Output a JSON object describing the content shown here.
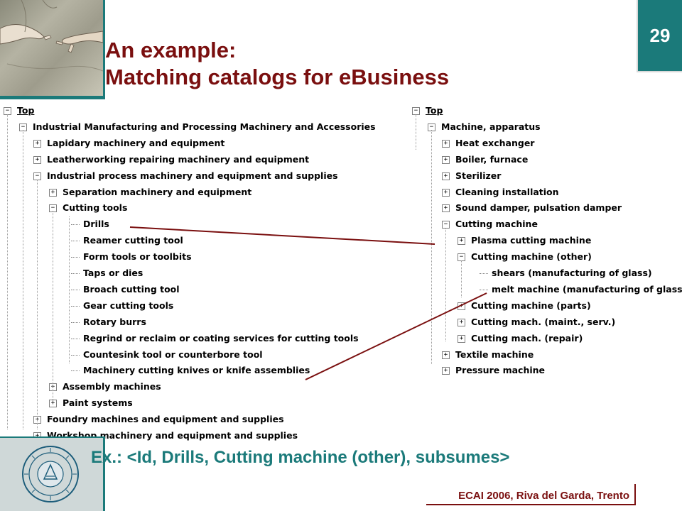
{
  "slide": {
    "number": "29",
    "title_line1": "An example:",
    "title_line2": "Matching catalogs for eBusiness",
    "example": "Ex.: <Id, Drills, Cutting machine (other), subsumes>",
    "footer": "ECAI 2006, Riva del Garda, Trento",
    "accent_color": "#1b7a7a",
    "title_color": "#7a0f0f"
  },
  "left_tree": [
    {
      "label": "Top",
      "expander": "−"
    },
    {
      "label": "Industrial Manufacturing and Processing Machinery and Accessories",
      "expander": "−"
    },
    {
      "label": "Lapidary machinery and equipment",
      "expander": "+"
    },
    {
      "label": "Leatherworking repairing machinery and equipment",
      "expander": "+"
    },
    {
      "label": "Industrial process machinery and equipment and supplies",
      "expander": "−"
    },
    {
      "label": "Separation machinery and equipment",
      "expander": "+"
    },
    {
      "label": "Cutting tools",
      "expander": "−"
    },
    {
      "label": "Drills",
      "expander": ""
    },
    {
      "label": "Reamer cutting tool",
      "expander": ""
    },
    {
      "label": "Form tools or toolbits",
      "expander": ""
    },
    {
      "label": "Taps or dies",
      "expander": ""
    },
    {
      "label": "Broach cutting tool",
      "expander": ""
    },
    {
      "label": "Gear cutting tools",
      "expander": ""
    },
    {
      "label": "Rotary burrs",
      "expander": ""
    },
    {
      "label": "Regrind or reclaim or coating services for cutting tools",
      "expander": ""
    },
    {
      "label": "Countesink tool or counterbore tool",
      "expander": ""
    },
    {
      "label": "Machinery cutting knives or knife assemblies",
      "expander": ""
    },
    {
      "label": "Assembly machines",
      "expander": "+"
    },
    {
      "label": "Paint systems",
      "expander": "+"
    },
    {
      "label": "Foundry  machines and equipment and supplies",
      "expander": "+"
    },
    {
      "label": "Workshop machinery and equipment and supplies",
      "expander": "+"
    }
  ],
  "right_tree": [
    {
      "label": "Top",
      "expander": "−"
    },
    {
      "label": "Machine, apparatus",
      "expander": "−"
    },
    {
      "label": "Heat exchanger",
      "expander": "+"
    },
    {
      "label": "Boiler, furnace",
      "expander": "+"
    },
    {
      "label": "Sterilizer",
      "expander": "+"
    },
    {
      "label": "Cleaning installation",
      "expander": "+"
    },
    {
      "label": "Sound damper, pulsation damper",
      "expander": "+"
    },
    {
      "label": "Cutting machine",
      "expander": "−"
    },
    {
      "label": "Plasma cutting machine",
      "expander": "+"
    },
    {
      "label": "Cutting machine (other)",
      "expander": "−"
    },
    {
      "label": "shears (manufacturing of glass)",
      "expander": ""
    },
    {
      "label": "melt machine (manufacturing of glass)",
      "expander": ""
    },
    {
      "label": "Cutting machine (parts)",
      "expander": "+"
    },
    {
      "label": "Cutting mach. (maint., serv.)",
      "expander": "+"
    },
    {
      "label": "Cutting mach. (repair)",
      "expander": "+"
    },
    {
      "label": "Textile machine",
      "expander": "+"
    },
    {
      "label": "Pressure machine",
      "expander": "+"
    }
  ]
}
